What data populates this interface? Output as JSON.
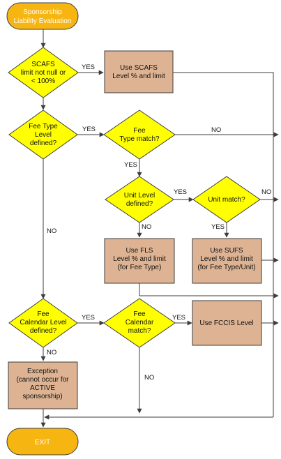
{
  "nodes": {
    "start": [
      "Sponsorship",
      "Liability Evaluation"
    ],
    "scafs_check": [
      "SCAFS",
      "limit not null or",
      "< 100%"
    ],
    "use_scafs": [
      "Use SCAFS",
      "Level % and limit"
    ],
    "fee_type_defined": [
      "Fee Type",
      "Level",
      "defined?"
    ],
    "fee_type_match": [
      "Fee",
      "Type match?"
    ],
    "unit_level_defined": [
      "Unit Level",
      "defined?"
    ],
    "unit_match": [
      "Unit match?"
    ],
    "use_fls": [
      "Use FLS",
      "Level % and limit",
      "(for Fee Type)"
    ],
    "use_sufs": [
      "Use SUFS",
      "Level % and limit",
      "(for Fee Type/Unit)"
    ],
    "fee_cal_defined": [
      "Fee",
      "Calendar Level",
      "defined?"
    ],
    "fee_cal_match": [
      "Fee",
      "Calendar",
      "match?"
    ],
    "use_fccis": [
      "Use FCCIS Level"
    ],
    "exception": [
      "Exception",
      "(cannot occur for",
      "ACTIVE",
      "sponsorship)"
    ],
    "exit": [
      "EXIT"
    ]
  },
  "edges": {
    "scafs_yes": "YES",
    "fee_type_yes": "YES",
    "fee_type_match_no": "NO",
    "fee_type_match_yes": "YES",
    "unit_level_yes": "YES",
    "unit_match_no": "NO",
    "unit_level_no": "NO",
    "unit_match_yes": "YES",
    "fee_type_no": "NO",
    "fee_cal_yes": "YES",
    "fee_cal_match_yes": "YES",
    "fee_cal_no": "NO",
    "fee_cal_match_no": "NO"
  }
}
